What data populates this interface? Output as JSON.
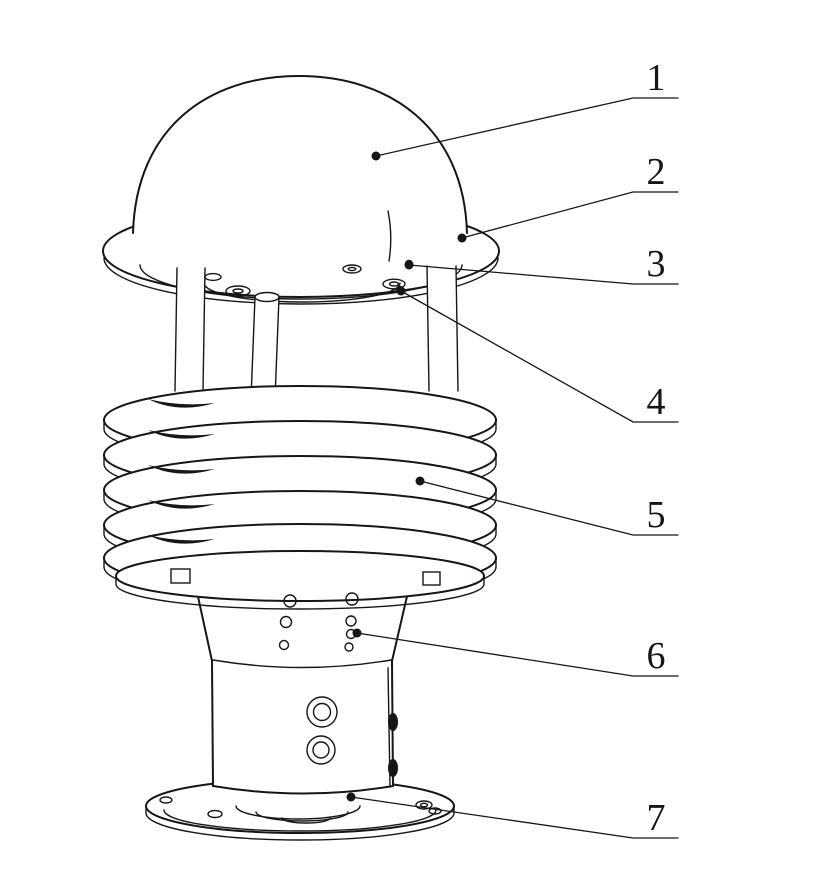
{
  "figure": {
    "background": "#ffffff",
    "line_color": "#161616",
    "type": "technical-line-drawing",
    "callouts": [
      {
        "label": "1"
      },
      {
        "label": "2"
      },
      {
        "label": "3"
      },
      {
        "label": "4"
      },
      {
        "label": "5"
      },
      {
        "label": "6"
      },
      {
        "label": "7"
      }
    ]
  }
}
